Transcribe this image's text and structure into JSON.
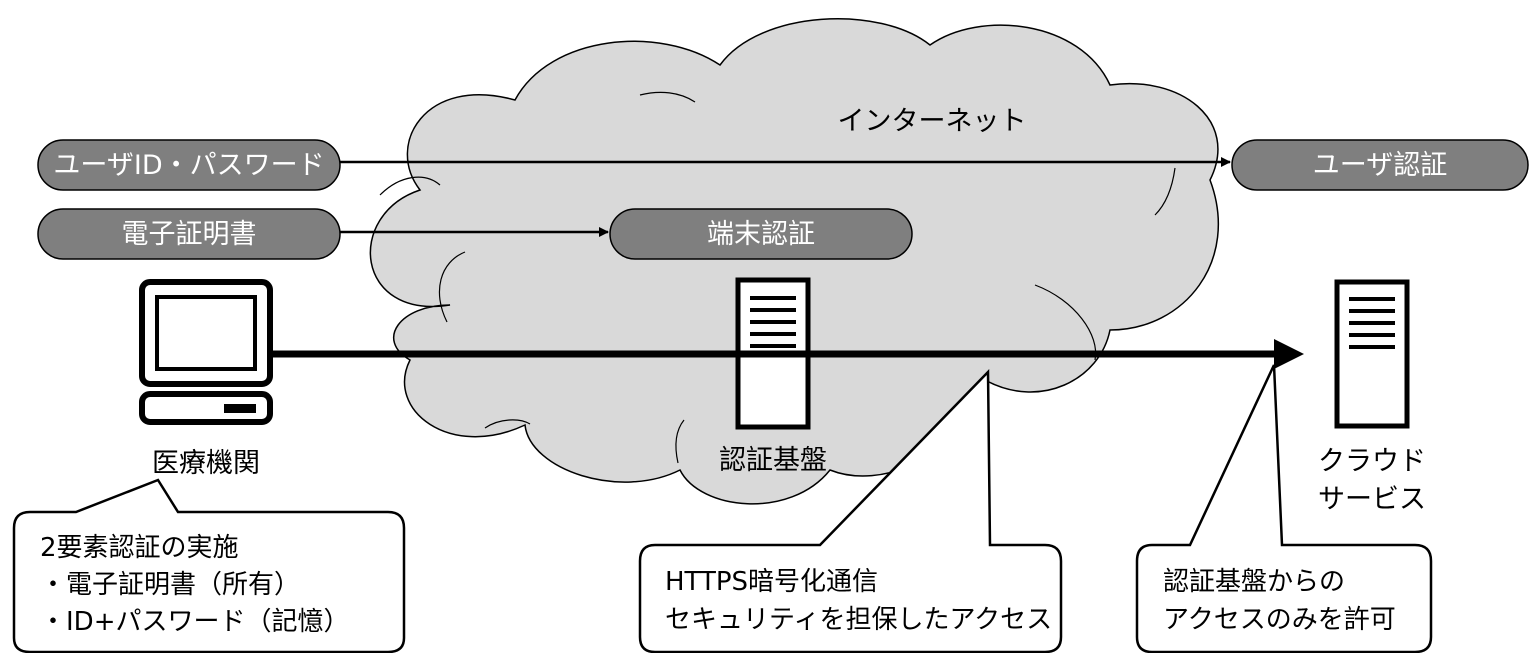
{
  "cloud": {
    "label": "インターネット",
    "fill": "#d9d9d9"
  },
  "pills": {
    "user_id_password": "ユーザID・パスワード",
    "certificate": "電子証明書",
    "device_auth": "端末認証",
    "user_auth": "ユーザ認証",
    "fill": "#7f7f7f"
  },
  "nodes": {
    "medical": "医療機関",
    "auth_platform": "認証基盤",
    "cloud_service_line1": "クラウド",
    "cloud_service_line2": "サービス"
  },
  "callouts": {
    "two_factor": {
      "line1": "2要素認証の実施",
      "line2": "・電子証明書（所有）",
      "line3": "・ID+パスワード（記憶）"
    },
    "https": {
      "line1": "HTTPS暗号化通信",
      "line2": "セキュリティを担保したアクセス"
    },
    "access": {
      "line1": "認証基盤からの",
      "line2": "アクセスのみを許可"
    }
  }
}
